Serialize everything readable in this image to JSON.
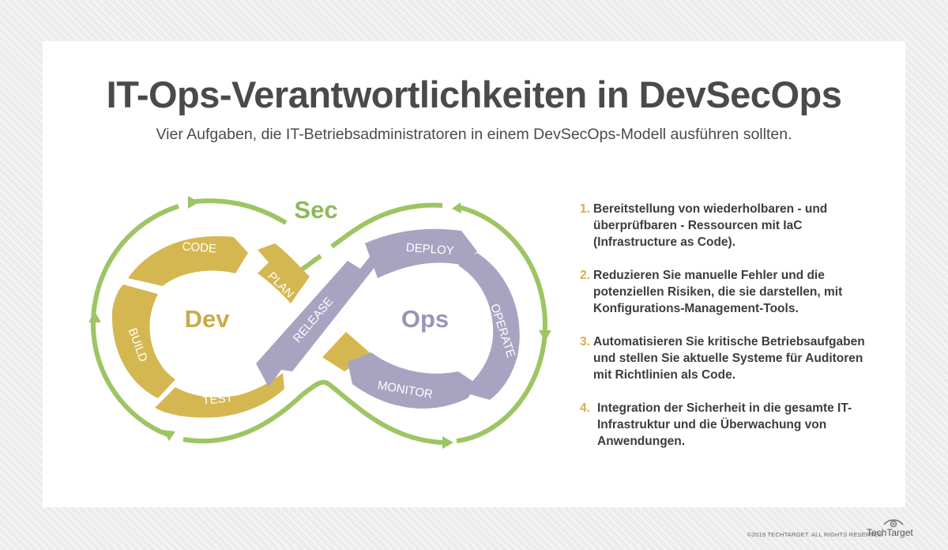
{
  "title": "IT-Ops-Verantwortlichkeiten in DevSecOps",
  "subtitle": "Vier Aufgaben, die IT-Betriebsadministratoren in einem DevSecOps-Modell ausführen sollten.",
  "diagram": {
    "sec_label": "Sec",
    "dev_label": "Dev",
    "ops_label": "Ops",
    "stages": {
      "code": "CODE",
      "plan": "PLAN",
      "build": "BUILD",
      "test": "TEST",
      "release": "RELEASE",
      "deploy": "DEPLOY",
      "operate": "OPERATE",
      "monitor": "MONITOR"
    },
    "colors": {
      "sec": "#9dc563",
      "dev": "#d5b752",
      "ops": "#a9a3c2",
      "sec_text": "#8fb958",
      "dev_text": "#c9ab47",
      "ops_text": "#9a93b8"
    }
  },
  "responsibilities": [
    {
      "num": "1.",
      "text": "Bereitstellung von wiederholbaren - und überprüfbaren - Ressourcen mit IaC (Infrastructure as Code)."
    },
    {
      "num": "2.",
      "text": "Reduzieren Sie manuelle Fehler und die potenziellen Risiken, die sie darstellen, mit Konfigurations-Management-Tools."
    },
    {
      "num": "3.",
      "text": "Automatisieren Sie kritische Betriebsaufgaben und stellen Sie aktuelle Systeme für Auditoren mit Richtlinien als Code."
    },
    {
      "num": "4.",
      "text": "Integration der Sicherheit in die gesamte IT-Infrastruktur und die Überwachung von Anwendungen."
    }
  ],
  "footer": {
    "copyright": "©2019 TECHTARGET. ALL RIGHTS RESERVED",
    "logo": "TechTarget"
  }
}
